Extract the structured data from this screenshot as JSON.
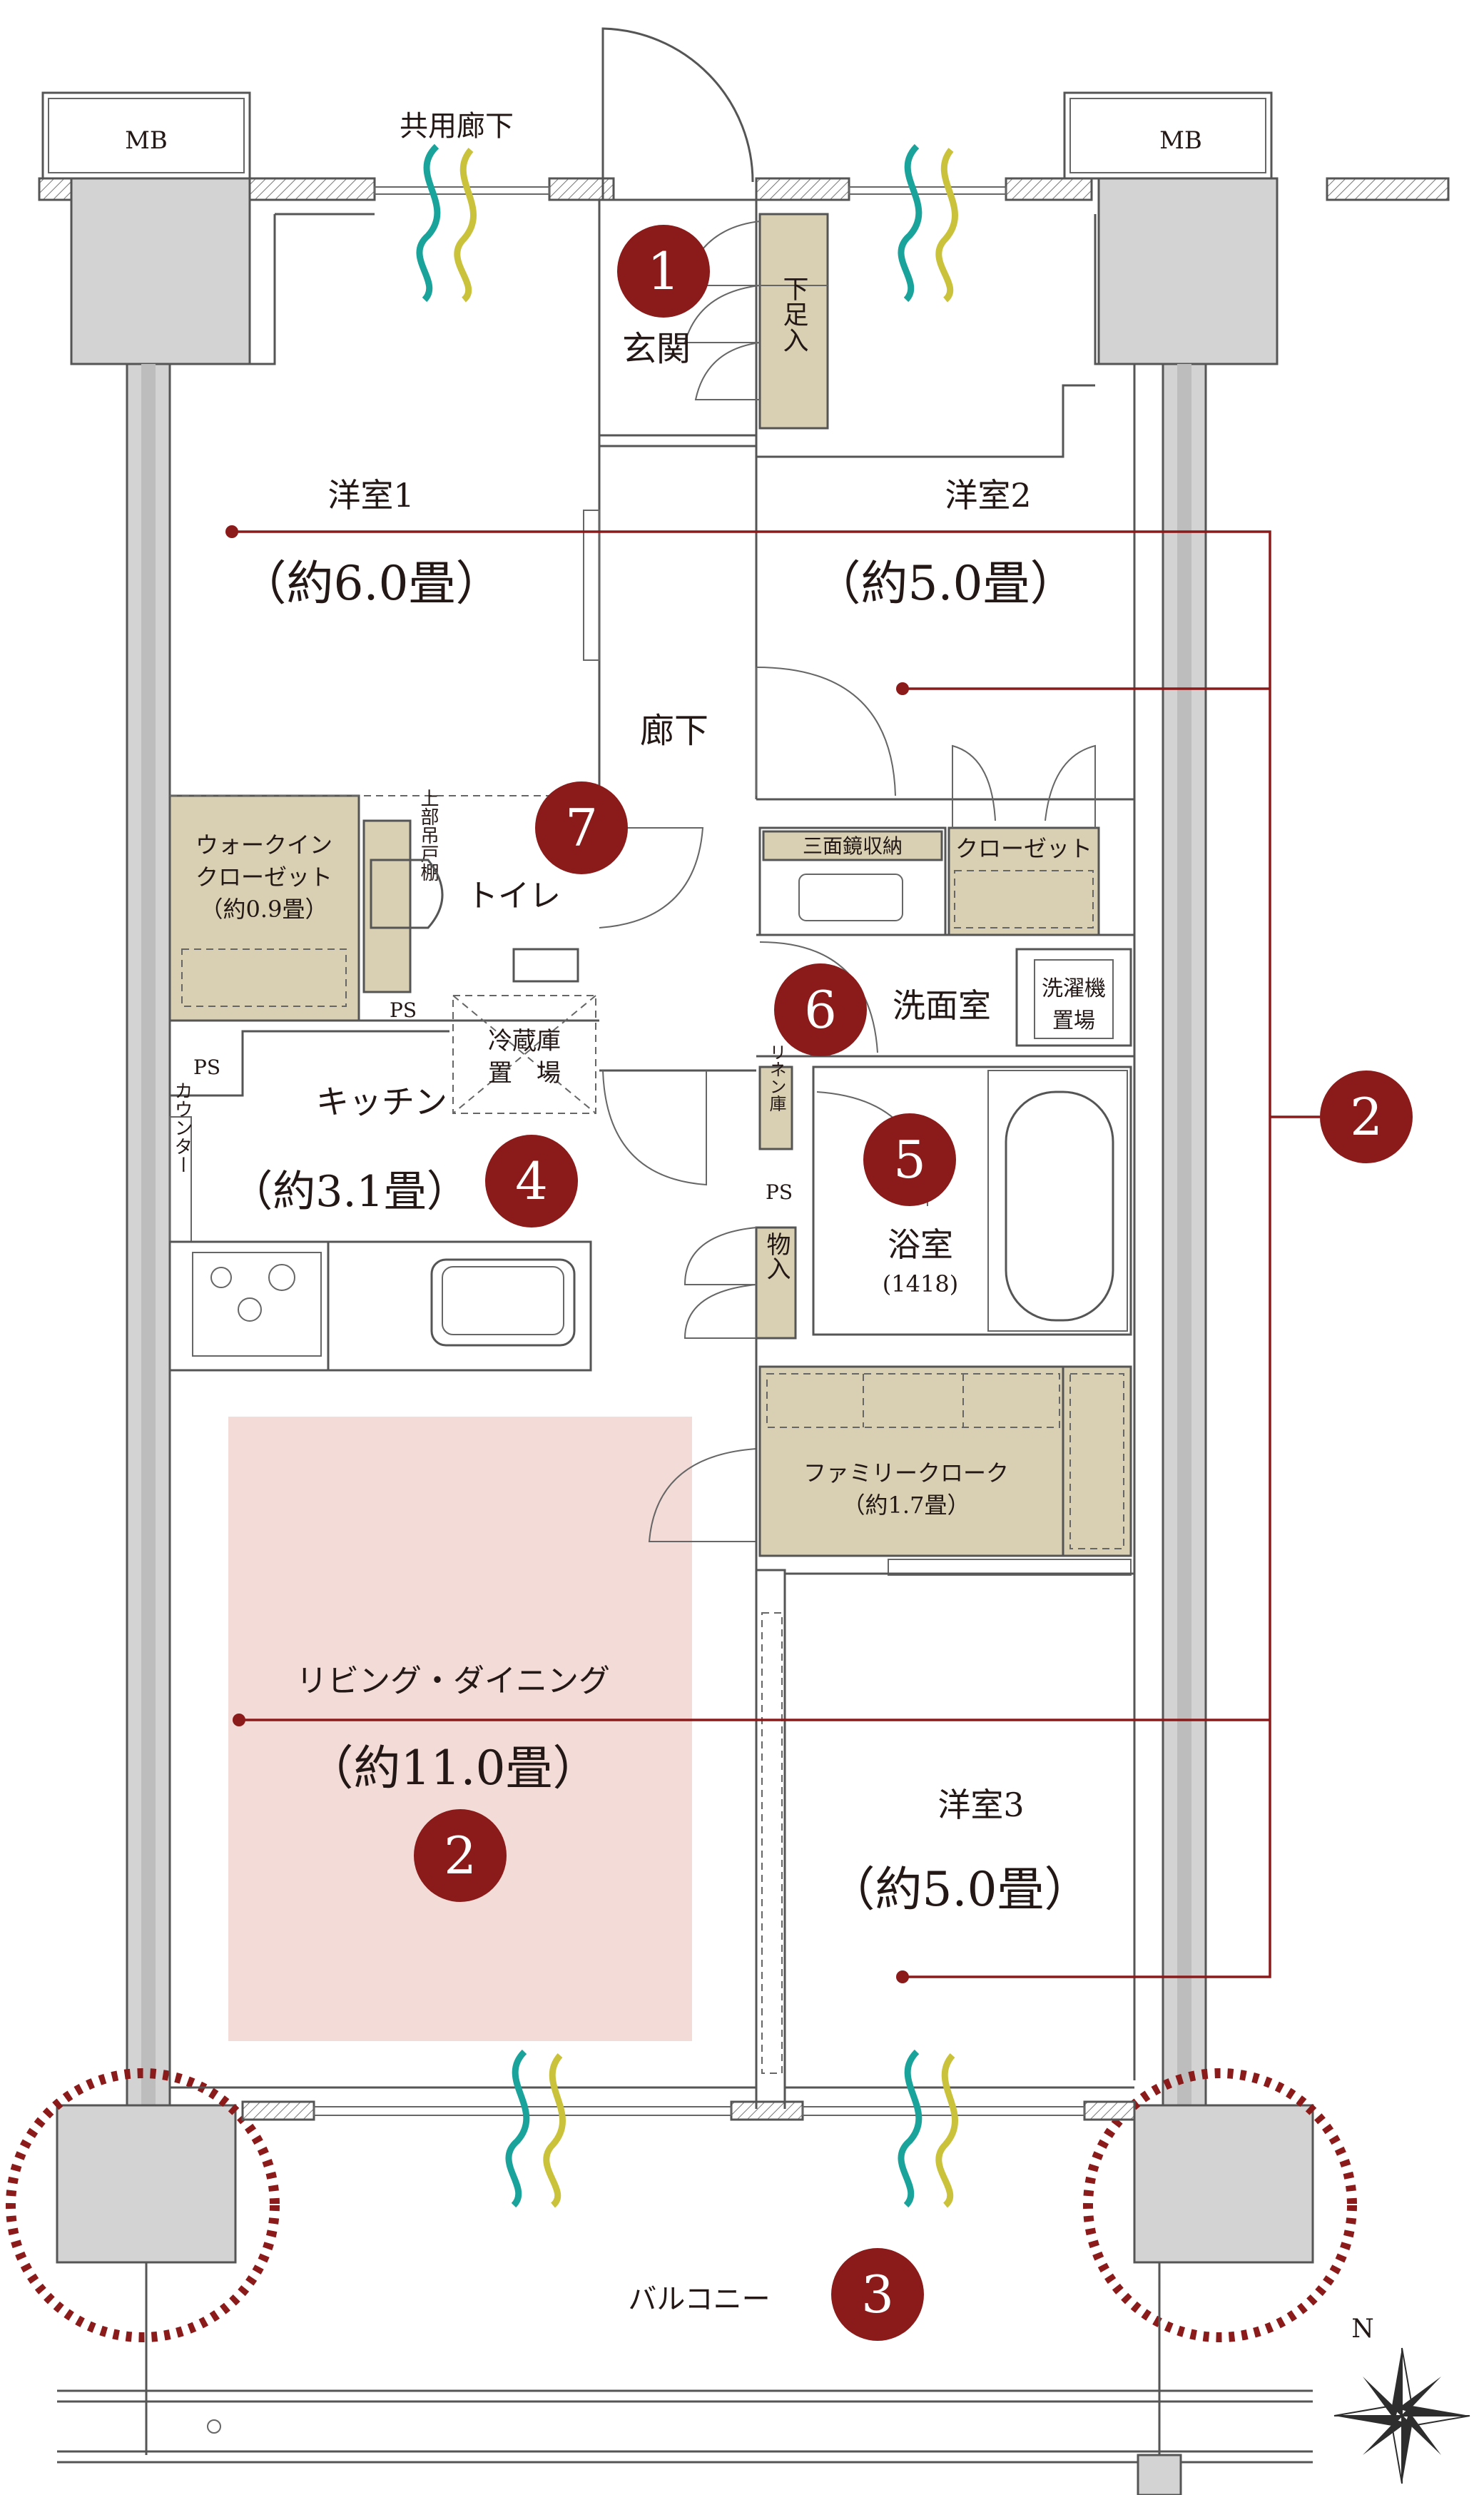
{
  "labels": {
    "shared_corridor": "共用廊下",
    "mb_left": "MB",
    "mb_right": "MB",
    "entrance": "玄関",
    "shoe_box": "下足入",
    "western1_name": "洋室1",
    "western1_size": "（約6.0畳）",
    "western2_name": "洋室2",
    "western2_size": "（約5.0畳）",
    "hallway": "廊下",
    "walkin_line1": "ウォークイン",
    "walkin_line2": "クローゼット",
    "walkin_line3": "（約0.9畳）",
    "upper_cabinet": "上部吊戸棚",
    "toilet": "トイレ",
    "mirror_storage": "三面鏡収納",
    "closet": "クローゼット",
    "washroom": "洗面室",
    "washer_line1": "洗濯機",
    "washer_line2": "置場",
    "fridge_line1": "冷蔵庫",
    "fridge_line2": "置　場",
    "ps1": "PS",
    "ps2": "PS",
    "ps3": "PS",
    "kitchen": "キッチン",
    "kitchen_size": "（約3.1畳）",
    "counter": "カウンター",
    "linen": "リネン庫",
    "bathroom": "浴室",
    "bathroom_size": "(1418)",
    "storage": "物入",
    "family_cloak_line1": "ファミリークローク",
    "family_cloak_line2": "（約1.7畳）",
    "living_name": "リビング・ダイニング",
    "living_size": "（約11.0畳）",
    "western3_name": "洋室3",
    "western3_size": "（約5.0畳）",
    "balcony": "バルコニー",
    "north": "N"
  },
  "badges": [
    "1",
    "2",
    "2",
    "3",
    "4",
    "5",
    "6",
    "7"
  ],
  "colors": {
    "accent": "#8b1a1a",
    "living_highlight": "#f3dcd7",
    "storage_fill": "#d9d0b4",
    "wind_teal": "#1aa39a",
    "wind_yellow": "#c9c23a",
    "wall": "#8a8a8a"
  }
}
